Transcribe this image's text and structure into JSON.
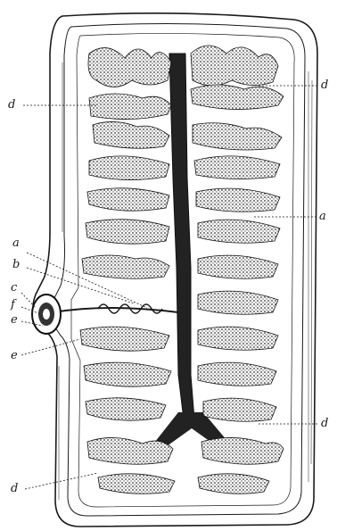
{
  "labels": {
    "d_left_top": "d",
    "d_right_top": "d",
    "a_right": "a",
    "a_left": "a",
    "b": "b",
    "c": "c",
    "f": "f",
    "e_upper": "e",
    "e_lower": "e",
    "d_right_bottom": "d",
    "d_left_bottom": "d"
  },
  "colors": {
    "ink": "#1a1a1a",
    "paper": "#ffffff",
    "stipple": "#555555"
  }
}
